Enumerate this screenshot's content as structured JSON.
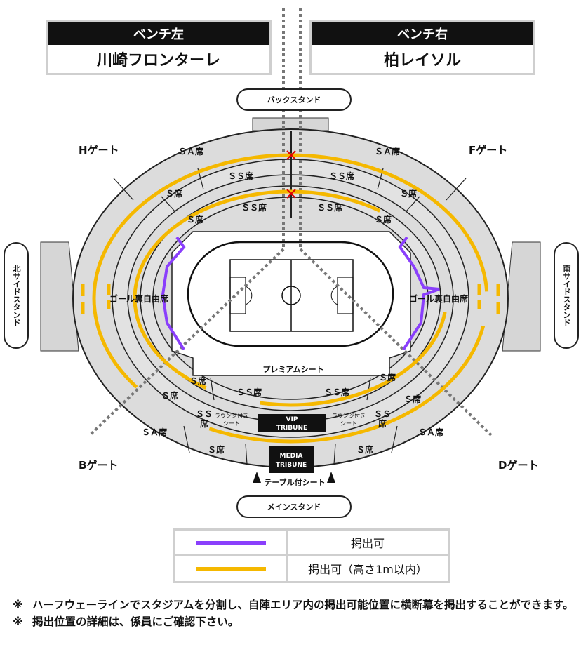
{
  "bench": {
    "left": {
      "header": "ベンチ左",
      "team": "川崎フロンターレ"
    },
    "right": {
      "header": "ベンチ右",
      "team": "柏レイソル"
    }
  },
  "stands": {
    "back": "バックスタンド",
    "main": "メインスタンド",
    "north": "北サイドスタンド",
    "south": "南サイドスタンド"
  },
  "gates": {
    "h": "Hゲート",
    "f": "Fゲート",
    "b": "Bゲート",
    "d": "Dゲート"
  },
  "sections": {
    "sa": "ＳＡ席",
    "ss": "ＳＳ席",
    "s": "Ｓ席",
    "goal": "ゴール裏自由席",
    "premium": "プレミアムシート",
    "lounge_1": "ラウンジ付き",
    "lounge_2": "シート",
    "vip_1": "VIP",
    "vip_2": "TRIBUNE",
    "media_1": "MEDIA",
    "media_2": "TRIBUNE",
    "table": "テーブル付シート",
    "ss_small_1": "ＳＳ",
    "ss_small_2": "席"
  },
  "legend": [
    {
      "label": "掲出可",
      "color": "#8a3ffc"
    },
    {
      "label": "掲出可（高さ1m以内）",
      "color": "#f5b800"
    }
  ],
  "notes": [
    "ハーフウェーラインでスタジアムを分割し、自陣エリア内の掲出可能位置に横断幕を掲出することができます。",
    "掲出位置の詳細は、係員にご確認下さい。"
  ],
  "note_mark": "※",
  "colors": {
    "purple": "#8a3ffc",
    "yellow": "#f5b800",
    "seat_gray": "#dcdcdc",
    "line": "#222222"
  }
}
